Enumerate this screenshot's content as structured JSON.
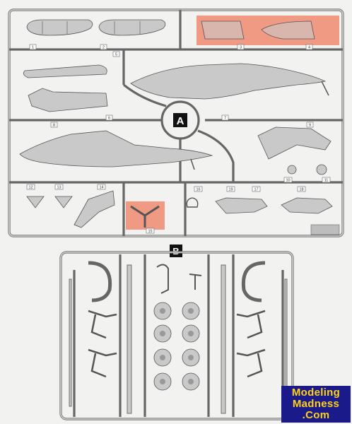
{
  "sprue_a": {
    "label": "A",
    "part_numbers": [
      "1",
      "2",
      "3",
      "4",
      "5",
      "6",
      "7",
      "8",
      "9",
      "10",
      "11",
      "12",
      "13",
      "14",
      "15",
      "16",
      "17",
      "18",
      "19"
    ]
  },
  "sprue_b": {
    "label": "B"
  },
  "watermark": {
    "line1": "Modeling",
    "line2": "Madness",
    "line3": ".Com"
  },
  "colors": {
    "highlight": "#f08a70",
    "sprue_grey": "#c9c9c9",
    "logo_background": "#1a1a8a",
    "logo_text": "#ffd21a"
  }
}
